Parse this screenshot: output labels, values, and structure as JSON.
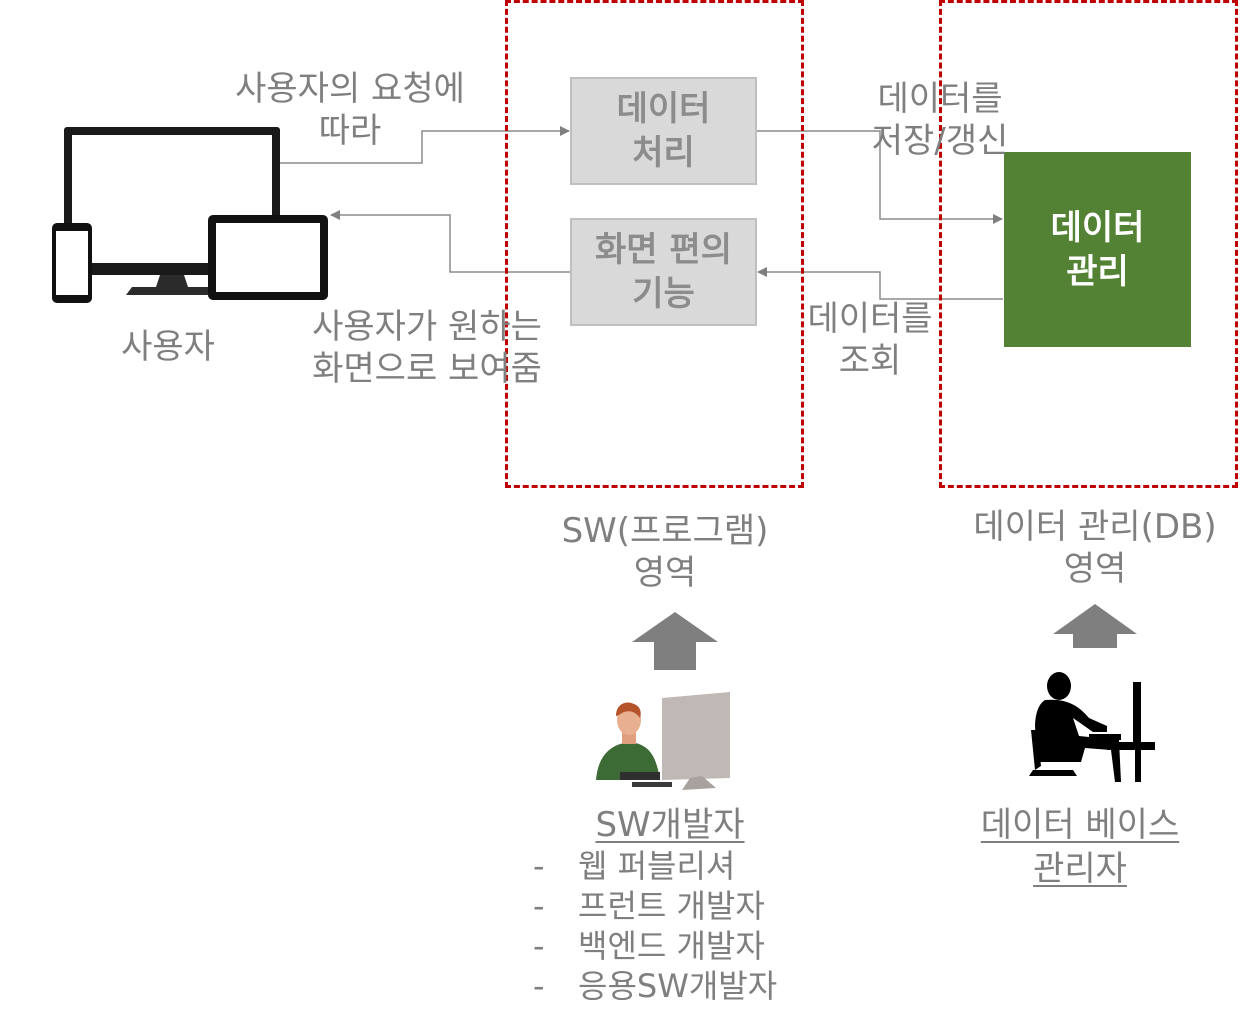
{
  "user": {
    "label": "사용자",
    "request_text": [
      "사용자의 요청에",
      "따라"
    ],
    "display_text": [
      "사용자가 원하는",
      "화면으로 보여줌"
    ]
  },
  "sw_region": {
    "process_box": [
      "데이터",
      "처리"
    ],
    "ui_box": [
      "화면 편의",
      "기능"
    ],
    "label": [
      "SW(프로그램)",
      "영역"
    ]
  },
  "db_region": {
    "box": [
      "데이터",
      "관리"
    ],
    "label": [
      "데이터 관리(DB)",
      "영역"
    ],
    "store_text": [
      "데이터를",
      "저장/갱신"
    ],
    "query_text": [
      "데이터를",
      "조회"
    ]
  },
  "sw_developer": {
    "title": "SW개발자",
    "roles": [
      "웹 퍼블리셔",
      "프런트 개발자",
      "백엔드 개발자",
      "응용SW개발자"
    ],
    "bullet": "-"
  },
  "db_admin": {
    "title": [
      "데이터 베이스",
      "관리자"
    ]
  },
  "colors": {
    "region_border": "#c00000",
    "db_box": "#548235",
    "process_box": "#d9d9d9",
    "text": "#7f7f7f",
    "arrow": "#7f7f7f"
  }
}
